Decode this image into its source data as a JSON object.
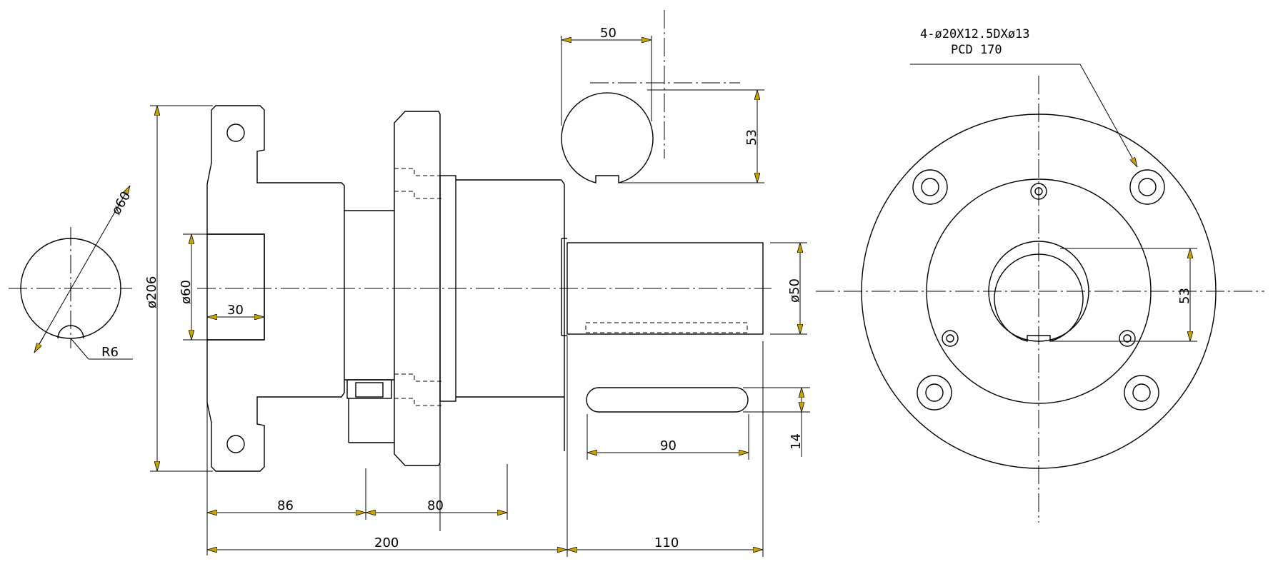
{
  "colors": {
    "line": "#000000",
    "arrow": "#c9a400",
    "hatch": "#000000",
    "background": "#ffffff"
  },
  "notes": {
    "holes_line1": "4-ø20X12.5DXø13",
    "holes_line2": "PCD 170"
  },
  "dimensions": {
    "shaft_circle_dia": "ø60",
    "radius": "R6",
    "flange_dia": "ø206",
    "bore_dia": "ø60",
    "bore_depth": "30",
    "length_86": "86",
    "length_80": "80",
    "length_200": "200",
    "length_110": "110",
    "key_width": "50",
    "key_height": "53",
    "shaft_dia": "ø50",
    "slot_width": "14",
    "slot_length": "90",
    "end_bore_height": "53"
  }
}
